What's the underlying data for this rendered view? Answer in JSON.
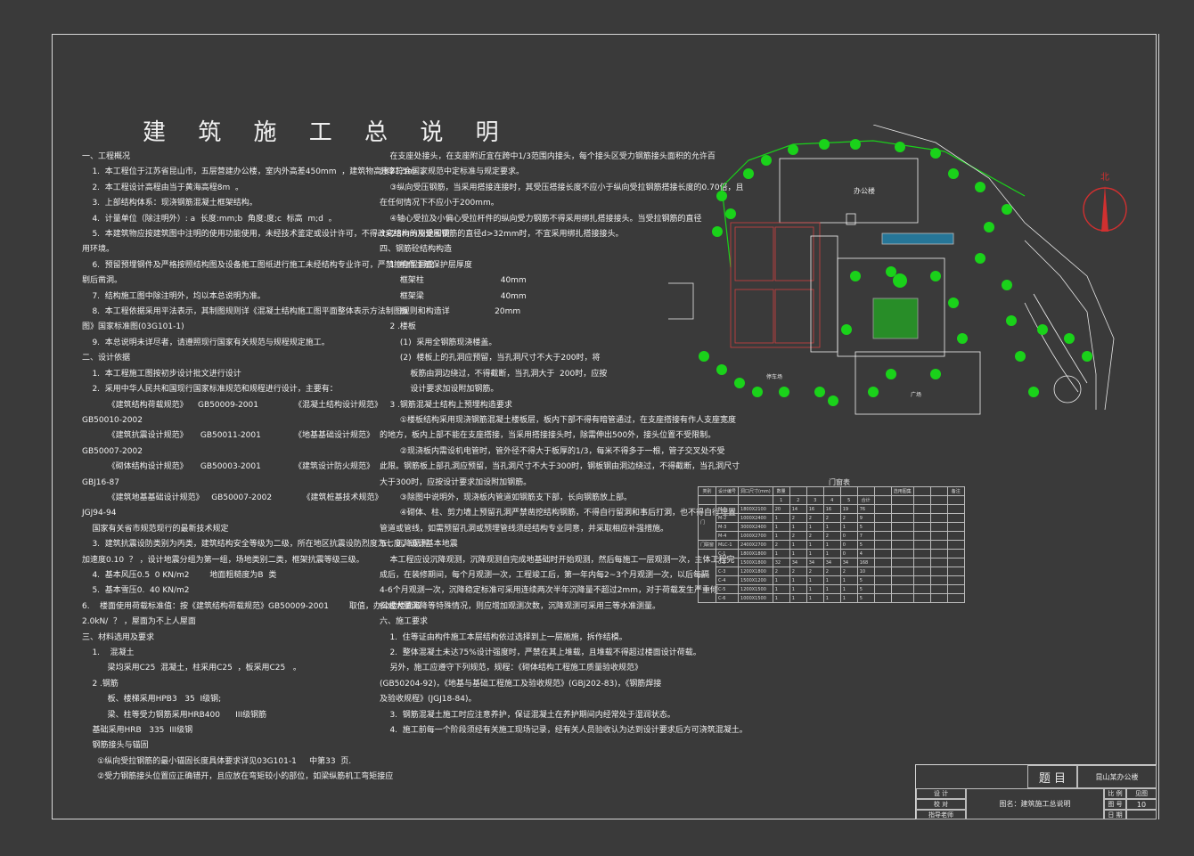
{
  "title": "建 筑 施 工 总 说 明",
  "col1": [
    "一、工程概况",
    "    1.  本工程位于江苏省昆山市，五层营建办公楼，室内外高差450mm  ，建筑物高度21.5m  。",
    "    2.  本工程设计高程由当于黄海高程8m  。",
    "    3.  上部结构体系：现浇钢筋混凝土框架结构。",
    "    4.  计量单位（除注明外）: a  长度:mm;b  角度:度;c  标高  m;d  。",
    "    5.  本建筑物应按建筑图中注明的使用功能使用，未经技术鉴定或设计许可，不得改变结构的用途和使",
    "用环境。",
    "    6.  预留预埋钢件及严格按照结构图及设备施工图纸进行施工未经结构专业许可，严禁擅自留洞或",
    "剔后凿洞。",
    "    7.  结构施工图中除注明外，均以本总说明为准。",
    "    8.  本工程依据采用平法表示，其制图规则详《混凝土结构施工图平面整体表示方法制图规则和构造详",
    "图》国家标准图(03G101-1)",
    "    9.  本总说明未详尽者，请遵照现行国家有关规范与规程规定施工。",
    "二、设计依据",
    "    1.  本工程施工图按初步设计批文进行设计",
    "    2.  采用中华人民共和国现行国家标准规范和规程进行设计，主要有：",
    "          《建筑结构荷载规范》    GB50009-2001              《混凝土结构设计规范》",
    "GB50010-2002",
    "          《建筑抗震设计规范》     GB50011-2001             《地基基础设计规范》",
    "GB50007-2002",
    "          《砌体结构设计规范》     GB50003-2001             《建筑设计防火规范》",
    "GBJ16-87",
    "          《建筑地基基础设计规范》   GB50007-2002            《建筑桩基技术规范》",
    "JGJ94-94",
    "    国家有关省市规范现行的最新技术规定",
    "    3.  建筑抗震设防类别为丙类，建筑结构安全等级为二级，所在地区抗震设防烈度为七度，设计基本地震",
    "加速度0.10  ？ ，设计地震分组为第一组，场地类别二类，框架抗震等级三级。",
    "    4.  基本风压0.5  0 KN/m2        地面粗糙度为B  类",
    "    5.  基本雪压0.  40 KN/m2",
    "6.    楼面使用荷载标准值：按《建筑结构荷载规范》GB50009-2001        取值，办公楼楼面取",
    "2.0kN/  ？ ，屋面为不上人屋面",
    "三、材料选用及要求",
    "    1.    混凝土",
    "          梁均采用C25  混凝土，柱采用C25  ，板采用C25   。",
    "    2 .钢筋",
    "          板、楼梯采用HPB3   35  I级钢;",
    "          梁、柱等受力钢筋采用HRB400      III级钢筋",
    "    基础采用HRB   335  III级钢",
    "    钢筋接头与锚固",
    "      ①纵向受拉钢筋的最小锚固长度具体要求详见03G101-1     中第33  页.",
    "      ②受力钢筋接头位置应正确错开，且应放在弯矩较小的部位，如梁纵筋机工弯矩接应"
  ],
  "col2": [
    "    在支座处接头，在支座附近宜在跨中1/3范围内接头，每个接头区受力钢筋接头面积的允许百",
    "分率符合国家规范中定标准与规定要求。",
    "    ③纵向受压钢筋，当采用搭接连接时，其受压搭接长度不应小于纵向受拉钢筋搭接长度的0.70倍，且",
    "在任何情况下不应小于200mm。",
    "    ④轴心受拉及小偏心受拉杆件的纵向受力钢筋不得采用绑扎搭接接头。当受拉钢筋的直径",
    "d>28mm及受压钢筋的直径d>32mm时，不宜采用绑扎搭接接头。",
    "四、钢筋砼结构构造",
    "    1 .构件主筋保护层厚度",
    "        框架柱                              40mm",
    "        框架梁                              40mm",
    "        板                                  20mm",
    "    2 .楼板",
    "        (1)  采用全钢筋现浇楼盖。",
    "        (2)  楼板上的孔洞应预留，当孔洞尺寸不大于200时，将",
    "            板筋由洞边绕过，不得截断，当孔洞大于  200时，应按",
    "            设计要求加设附加钢筋。",
    "    3 .钢筋混凝土结构上预埋构造要求",
    "        ①楼板结构采用现浇钢筋混凝土楼板层，板内下部不得有暗管通过，在支座搭接有作人支座宽度",
    "的地方，板内上部不能在支座搭接，当采用搭接接头时，除需伸出500外，接头位置不受限制。",
    "        ②现浇板内需设机电管时，管外径不得大于板厚的1/3，每米不得多于一根，管子交叉处不受",
    "此限。钢筋板上部孔洞应预留，当孔洞尺寸不大于300时，钢板钢由洞边绕过，不得截断，当孔洞尺寸",
    "大于300时，应按设计要求加设附加钢筋。",
    "        ③除图中说明外，现浇板内管道如钢筋支下部，长向钢筋放上部。",
    "        ④砌体、柱、剪力墙上预留孔洞严禁凿挖结构钢筋，不得自行留洞和事后打洞，也不得自行埋置",
    "管道或管线，如需预留孔洞或预埋管线须经结构专业同意，并采取相应补强措施。",
    "五、沉降观测",
    "    本工程应设沉降观测，沉降观测自完成地基础时开始观测，然后每施工一层观测一次，主体工程完",
    "成后，在装修期间，每个月观测一次，工程竣工后，第一年内每2~3个月观测一次，以后每隔",
    "4-6个月观测一次，沉降稳定标准可采用连续两次半年沉降量不超过2mm，对于荷载发生严重倾",
    "斜或大量沉降等特殊情况，则应增加观测次数，沉降观测可采用三等水准测量。",
    "六、施工要求",
    "    1.  住等证由构件施工本层结构依过选择到上一层施施，拆作结模。",
    "    2.  整体混凝土未达75%设计强度时，严禁在其上堆载，且堆载不得超过楼面设计荷载。",
    "    另外，施工应遵守下列规范，规程：《砌体结构工程施工质量验收规范》",
    "(GB50204-92)，《地基与基础工程施工及验收规范》(GBJ202-83)，《钢筋焊接",
    "及验收规程》(JGJ18-84)。",
    "    3.  钢筋混凝土施工时应注意养护，保证混凝土在养护期间内经常处于湿润状态。",
    "    4.  施工前每一个阶段须经有关施工现场记录，经有关人员验收认为达到设计要求后方可浇筑混凝土。"
  ],
  "sitemap": {
    "labels": [
      "办公楼",
      "广场",
      "停车场",
      "北"
    ],
    "north_label": "北"
  },
  "door_table": {
    "title": "门窗表",
    "headers": [
      "类别",
      "设计编号",
      "洞口尺寸(mm)",
      "数量",
      "",
      "",
      "",
      "",
      "",
      "",
      "选用图集",
      "",
      "",
      "备注"
    ],
    "subheaders": [
      "",
      "",
      "",
      "1",
      "2",
      "3",
      "4",
      "5",
      "合计",
      "",
      "",
      "",
      "",
      ""
    ],
    "groups": [
      "门",
      "门联窗",
      "窗"
    ],
    "rows": [
      [
        "M-1",
        "1800X2100",
        "20",
        "14",
        "16",
        "16",
        "19",
        "76"
      ],
      [
        "M-2",
        "1000X2400",
        "1",
        "2",
        "2",
        "2",
        "2",
        "9"
      ],
      [
        "M-3",
        "3000X2400",
        "1",
        "1",
        "1",
        "1",
        "1",
        "5"
      ],
      [
        "M-4",
        "1000X2700",
        "1",
        "2",
        "2",
        "2",
        "0",
        "7"
      ],
      [
        "MLC-1",
        "2400X2700",
        "2",
        "1",
        "1",
        "1",
        "0",
        "5"
      ],
      [
        "C-1",
        "1800X1800",
        "1",
        "1",
        "1",
        "1",
        "0",
        "4"
      ],
      [
        "C-2",
        "1500X1800",
        "32",
        "34",
        "34",
        "34",
        "34",
        "168"
      ],
      [
        "C-3",
        "1200X1800",
        "2",
        "2",
        "2",
        "2",
        "2",
        "10"
      ],
      [
        "C-4",
        "1500X1200",
        "1",
        "1",
        "1",
        "1",
        "1",
        "5"
      ],
      [
        "C-5",
        "1200X1500",
        "1",
        "1",
        "1",
        "1",
        "1",
        "5"
      ],
      [
        "C-6",
        "1000X1500",
        "1",
        "1",
        "1",
        "1",
        "1",
        "5"
      ]
    ]
  },
  "title_block": {
    "subject_label": "题  目",
    "subject_value": "昆山某办公楼",
    "design": "设 计",
    "check": "校 对",
    "approve": "指导老师",
    "drawing_name": "图名：建筑施工总说明",
    "scale_label": "比 例",
    "sheet_label": "图 号",
    "sheet_value": "10",
    "date_label": "日 期",
    "scale_value": "见图"
  }
}
